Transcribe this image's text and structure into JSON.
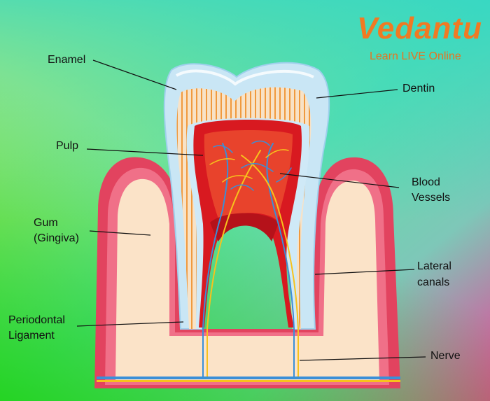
{
  "logo": {
    "brand": "Vedantu",
    "tagline": "Learn LIVE Online"
  },
  "labels": {
    "enamel": "Enamel",
    "dentin": "Dentin",
    "pulp": "Pulp",
    "blood_vessels_1": "Blood",
    "blood_vessels_2": "Vessels",
    "gum_1": "Gum",
    "gum_2": "(Gingiva)",
    "lateral_canals_1": "Lateral",
    "lateral_canals_2": "canals",
    "periodontal_1": "Periodontal",
    "periodontal_2": "Ligament",
    "nerve": "Nerve"
  },
  "colors": {
    "gum_outer": "#e2435f",
    "gum_fill": "#fbe3c8",
    "enamel": "#c9e6f5",
    "dentin": "#f6d8b8",
    "dentin_stripes": "#f09a3e",
    "pulp": "#d81920",
    "pulp_inner": "#e03a2a",
    "vessel_yellow": "#f7c21c",
    "vessel_blue": "#3a8fd8"
  }
}
